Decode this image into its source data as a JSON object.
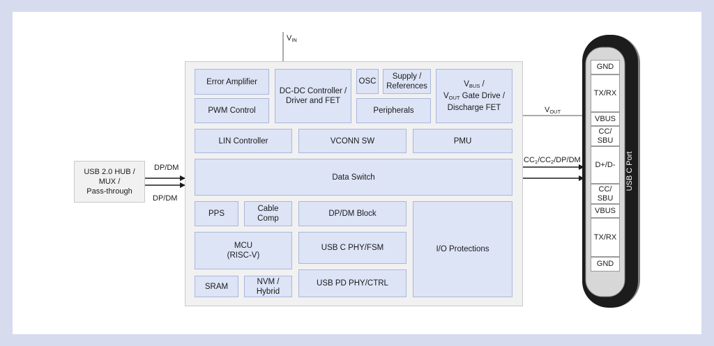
{
  "colors": {
    "outer_background": "#d6dbee",
    "chip_fill": "#f1f1f1",
    "block_fill": "#dde4f6",
    "block_border": "#a9b7dd",
    "port_body": "#1c1c1c"
  },
  "hub": {
    "label": "USB 2.0 HUB /\nMUX /\nPass-through"
  },
  "signals": {
    "vin": {
      "main": "V",
      "sub": "IN"
    },
    "vout": {
      "main": "V",
      "sub": "OUT"
    },
    "dpdm_top": "DP/DM",
    "dpdm_bottom": "DP/DM",
    "cc": {
      "p1": "CC",
      "s1": "1",
      "p2": "/CC",
      "s2": "2",
      "p3": "/DP/DM"
    }
  },
  "blocks": {
    "error_amplifier": "Error Amplifier",
    "pwm_control": "PWM Control",
    "dcdc": "DC-DC Controller /\nDriver and FET",
    "osc": "OSC",
    "supply_references": "Supply /\nReferences",
    "peripherals": "Peripherals",
    "vbus_drive": {
      "v1": "V",
      "s1": "BUS",
      "t1": " /",
      "v2": "V",
      "s2": "OUT",
      "t2": " Gate Drive /",
      "t3": "Discharge FET"
    },
    "lin_controller": "LIN Controller",
    "vconn_sw": "VCONN SW",
    "pmu": "PMU",
    "data_switch": "Data Switch",
    "pps": "PPS",
    "cable_comp": "Cable\nComp",
    "dpdm_block": "DP/DM Block",
    "mcu": "MCU\n(RISC-V)",
    "usbc_phy": "USB C PHY/FSM",
    "io_protections": "I/O Protections",
    "sram": "SRAM",
    "nvm": "NVM /\nHybrid",
    "usbpd_phy": "USB PD PHY/CTRL"
  },
  "port": {
    "label": "USB C Port",
    "pins": [
      "GND",
      "TX/RX",
      "VBUS",
      "CC/\nSBU",
      "D+/D-",
      "CC/\nSBU",
      "VBUS",
      "TX/RX",
      "GND"
    ]
  }
}
